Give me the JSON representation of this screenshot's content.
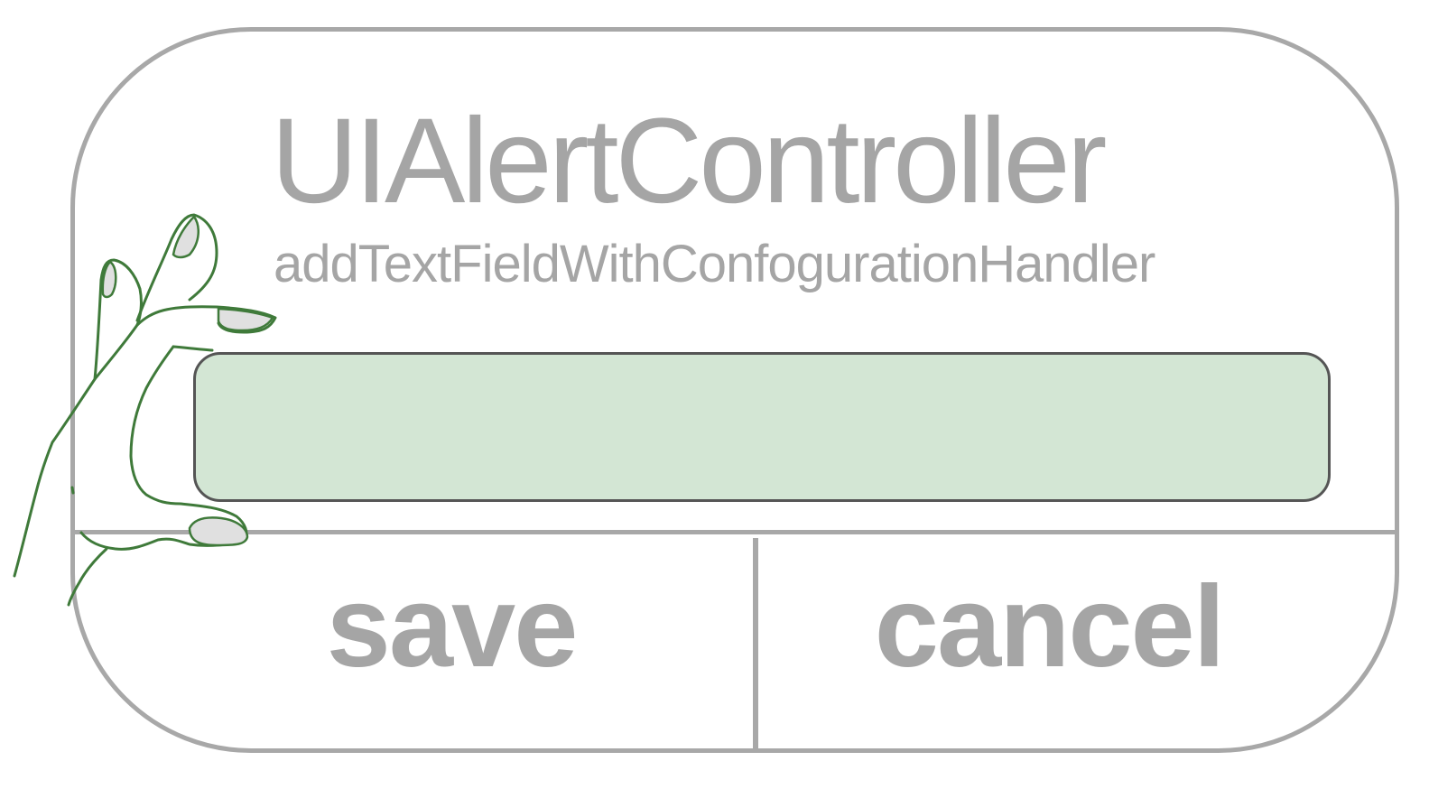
{
  "alert": {
    "title": "UIAlertController",
    "subtitle": "addTextFieldWithConfogurationHandler",
    "text_field": {
      "value": "",
      "fill_color": "#d3e6d4"
    },
    "buttons": {
      "save_label": "save",
      "cancel_label": "cancel"
    }
  },
  "colors": {
    "frame": "#a8a8a8",
    "text": "#a5a5a5",
    "hand_outline": "#3f7a3a",
    "fingernail": "#e0e0e0"
  },
  "icons": {
    "hand": "hand-pinching-icon"
  }
}
